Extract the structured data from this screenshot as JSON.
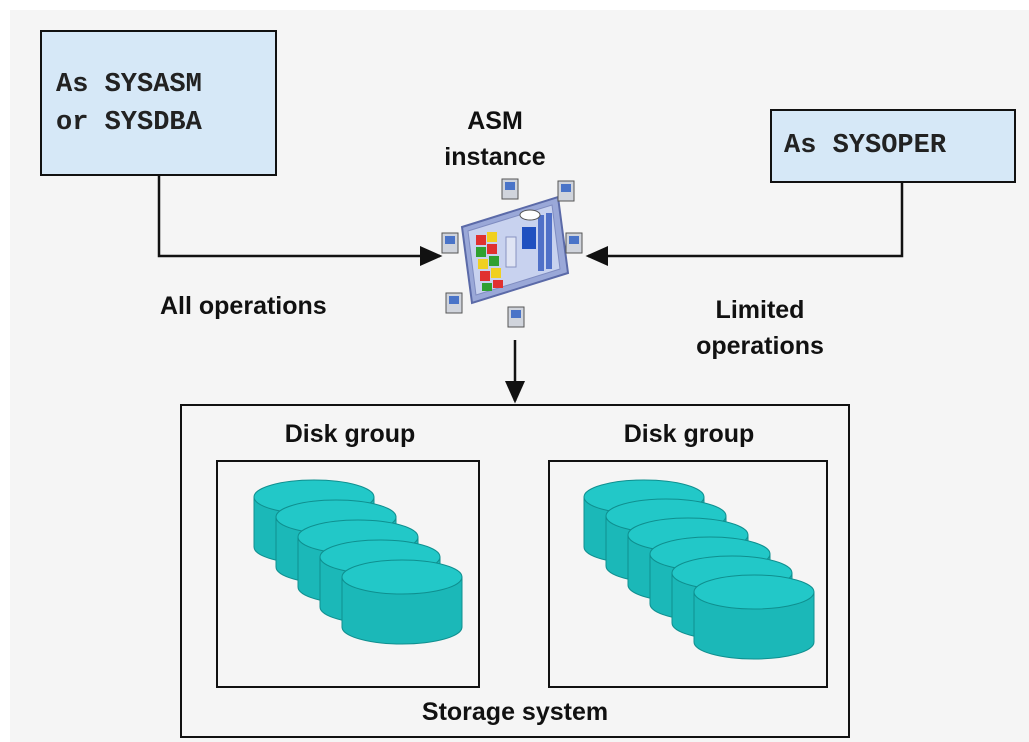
{
  "roles": {
    "admin_line1": "As SYSASM",
    "admin_line2": "or SYSDBA",
    "operator": "As SYSOPER"
  },
  "asm": {
    "line1": "ASM",
    "line2": "instance"
  },
  "operations": {
    "all": "All operations",
    "limited_line1": "Limited",
    "limited_line2": "operations"
  },
  "storage": {
    "label": "Storage system",
    "disk_groups": [
      {
        "title": "Disk group",
        "disk_count": 5
      },
      {
        "title": "Disk group",
        "disk_count": 6
      }
    ]
  },
  "colors": {
    "role_box_fill": "#d6e8f7",
    "disk_fill": "#1bb8b8",
    "disk_top": "#22c8c8",
    "line": "#111111"
  }
}
